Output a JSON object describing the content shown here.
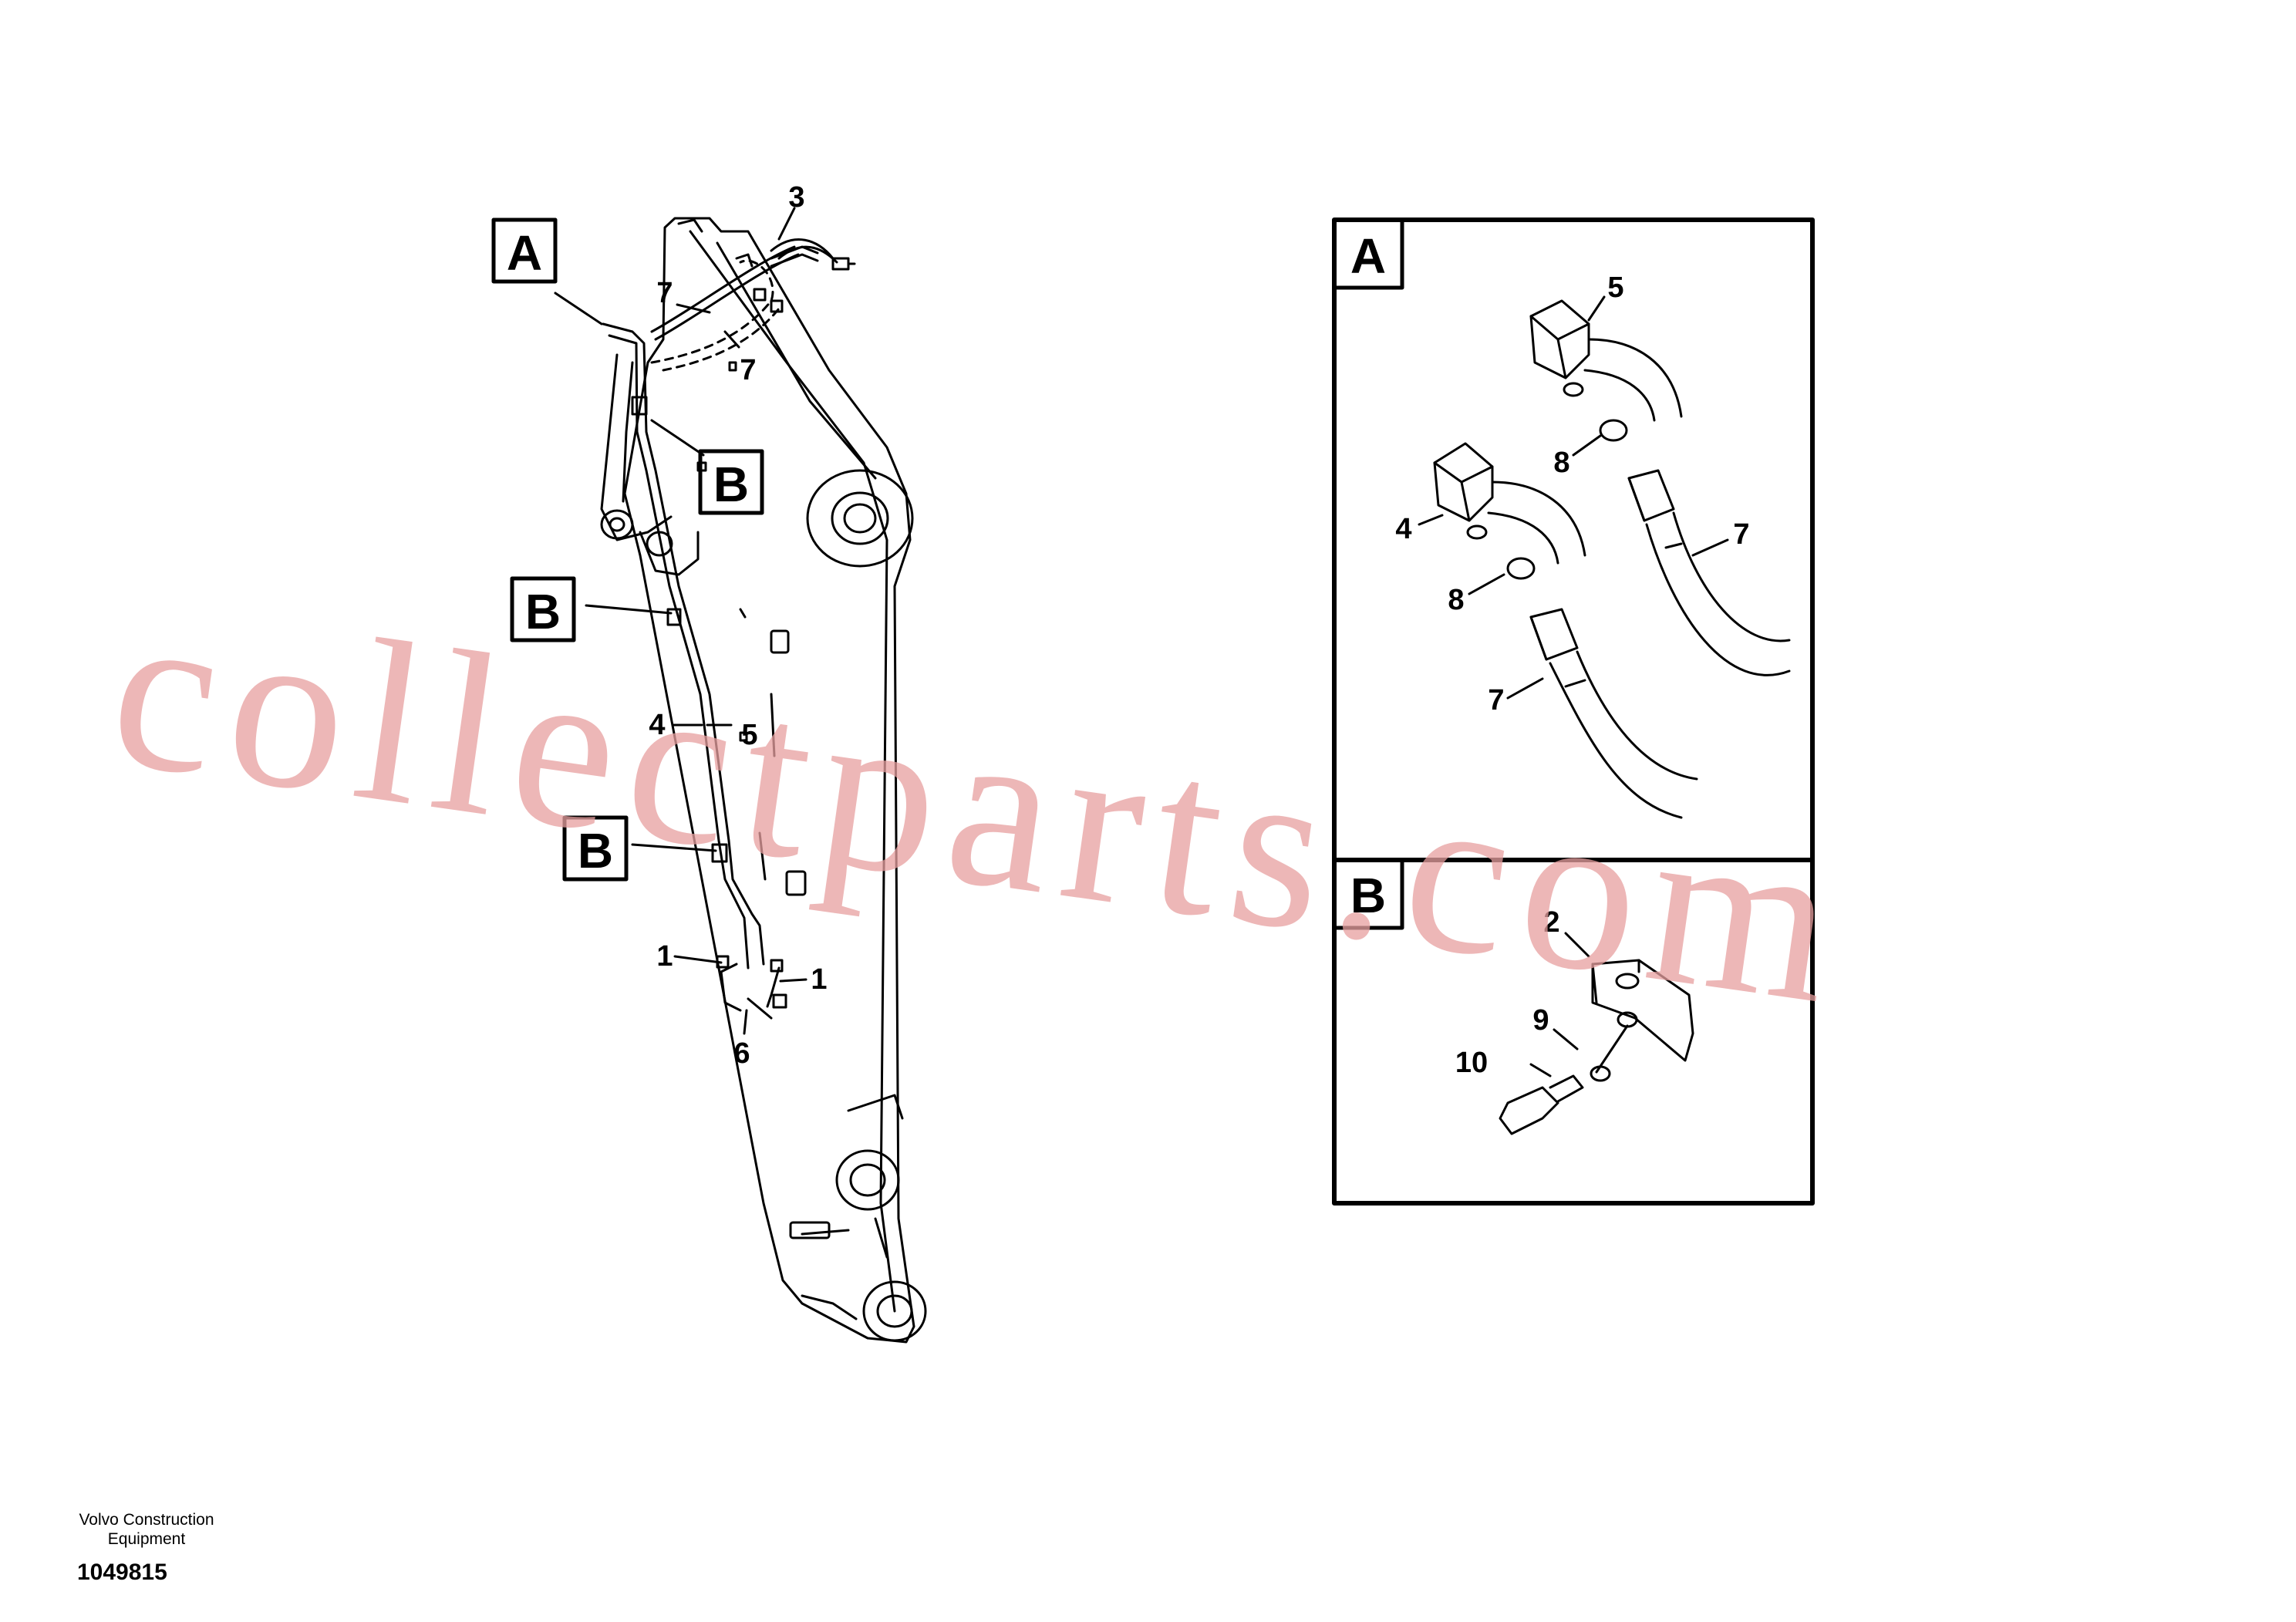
{
  "diagram": {
    "callouts": {
      "main": [
        "3",
        "7",
        "7",
        "4",
        "5",
        "1",
        "1",
        "6"
      ],
      "detail_a": [
        "5",
        "8",
        "4",
        "7",
        "8",
        "7"
      ],
      "detail_b": [
        "2",
        "9",
        "10"
      ]
    },
    "boxes": {
      "a": "A",
      "b": "B"
    }
  },
  "watermark": "collectparts.com",
  "footer": {
    "company": "Volvo Construction Equipment",
    "number": "1049815"
  }
}
